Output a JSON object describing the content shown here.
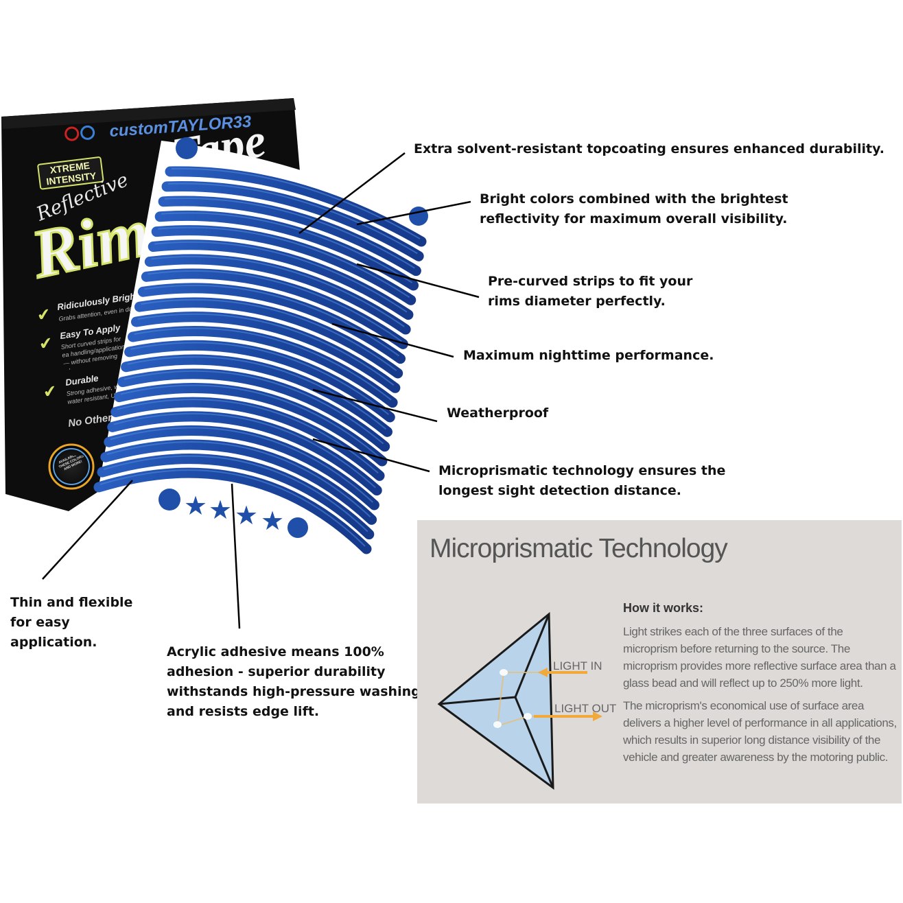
{
  "product_card": {
    "brand": "customTAYLOR33",
    "badge_line1": "XTREME",
    "badge_line2": "INTENSITY",
    "script_word": "Reflective",
    "big_word": "Rim",
    "big_word_tail": "Tape",
    "features": [
      {
        "title": "Ridiculously Bright",
        "desc": "Grabs attention, even in day"
      },
      {
        "title": "Easy To Apply",
        "desc": "Short curved strips for ea handling/application— without removing whe"
      },
      {
        "title": "Durable",
        "desc": "Strong adhesive, w water resistant, U"
      }
    ],
    "footer": "No Other",
    "seal": "AVAILABLE IN THESE COLORS AND MORE!"
  },
  "strip_color": "#1f4fa8",
  "callouts": {
    "topcoat": "Extra solvent-resistant topcoating ensures enhanced durability.",
    "bright_1": "Bright colors combined with the brightest",
    "bright_2": "reflectivity for maximum overall visibility.",
    "precurved_1": "Pre-curved strips to fit your",
    "precurved_2": "rims diameter perfectly.",
    "nighttime": "Maximum nighttime performance.",
    "weather": "Weatherproof",
    "micro_1": "Microprismatic technology ensures the",
    "micro_2": "longest sight detection distance.",
    "thin_1": "Thin and flexible",
    "thin_2": "for easy",
    "thin_3": "application.",
    "acrylic_1": "Acrylic adhesive means 100%",
    "acrylic_2": "adhesion - superior durability",
    "acrylic_3": "withstands high-pressure washing",
    "acrylic_4": "and resists edge lift."
  },
  "tech_panel": {
    "title": "Microprismatic Technology",
    "how_title": "How it works:",
    "paragraph1": "Light strikes each of the three surfaces of the microprism before returning to the source. The microprism provides more reflective surface area than a glass bead and will reflect up to 250% more light.",
    "paragraph2": "The microprism's economical use of surface area delivers a higher level of performance in all applications, which results in superior long distance visibility of the vehicle and greater awareness by the motoring public.",
    "light_in": "LIGHT IN",
    "light_out": "LIGHT OUT"
  }
}
